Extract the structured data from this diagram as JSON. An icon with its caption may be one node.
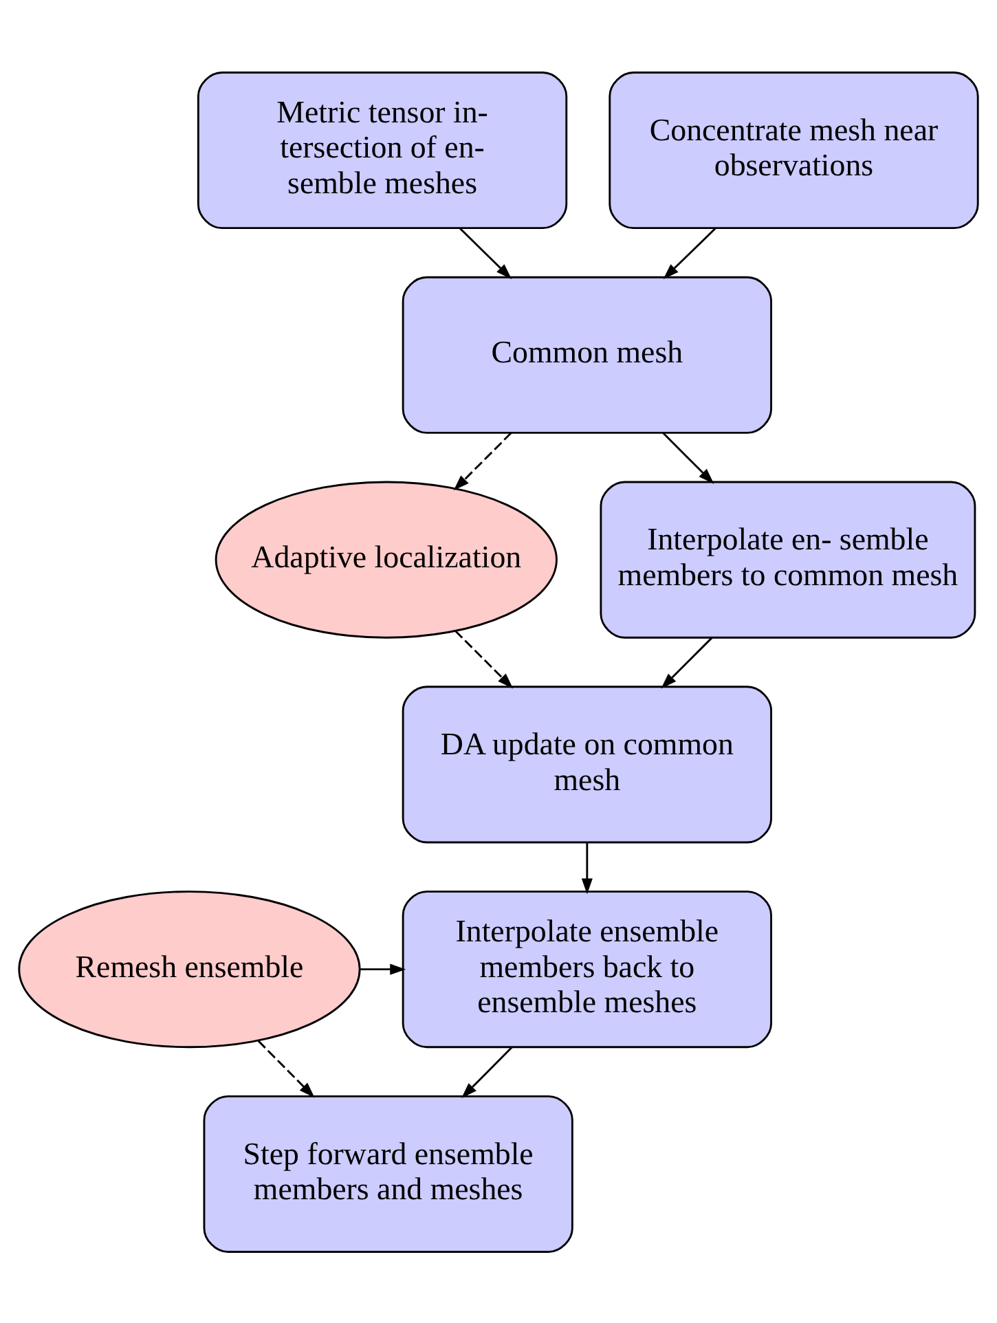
{
  "diagram": {
    "nodes": [
      {
        "text": [
          "Metric tensor in- tersection of en- semble meshes"
        ]
      },
      {
        "text": [
          "Concentrate mesh near observations"
        ]
      },
      {
        "text": [
          "Common mesh"
        ]
      },
      {
        "text": [
          "Adaptive localization"
        ]
      },
      {
        "text": [
          "Interpolate en- semble members to common mesh"
        ]
      },
      {
        "text": [
          "DA update on common mesh"
        ]
      },
      {
        "text": [
          "Remesh ensemble"
        ]
      },
      {
        "text": [
          "Interpolate ensemble members back to ensemble meshes"
        ]
      },
      {
        "text": [
          "Step forward ensemble members and meshes"
        ]
      }
    ],
    "edges": [
      {
        "from": 0,
        "to": 2,
        "arrow": "to"
      },
      {
        "from": 1,
        "to": 2,
        "arrow": "to"
      },
      {
        "from": 2,
        "to": 3,
        "arrow": "to",
        "style": "dashed"
      },
      {
        "from": 2,
        "to": 4,
        "arrow": "to"
      },
      {
        "from": 3,
        "to": 5,
        "arrow": "to",
        "style": "dashed"
      },
      {
        "from": 4,
        "to": 5,
        "arrow": "to"
      },
      {
        "from": 5,
        "to": 7,
        "arrow": "to"
      },
      {
        "from": 6,
        "to": 7,
        "arrow": "to"
      },
      {
        "from": 6,
        "to": 8,
        "arrow": "to",
        "style": "dashed"
      },
      {
        "from": 7,
        "to": 8,
        "arrow": "to"
      }
    ]
  }
}
